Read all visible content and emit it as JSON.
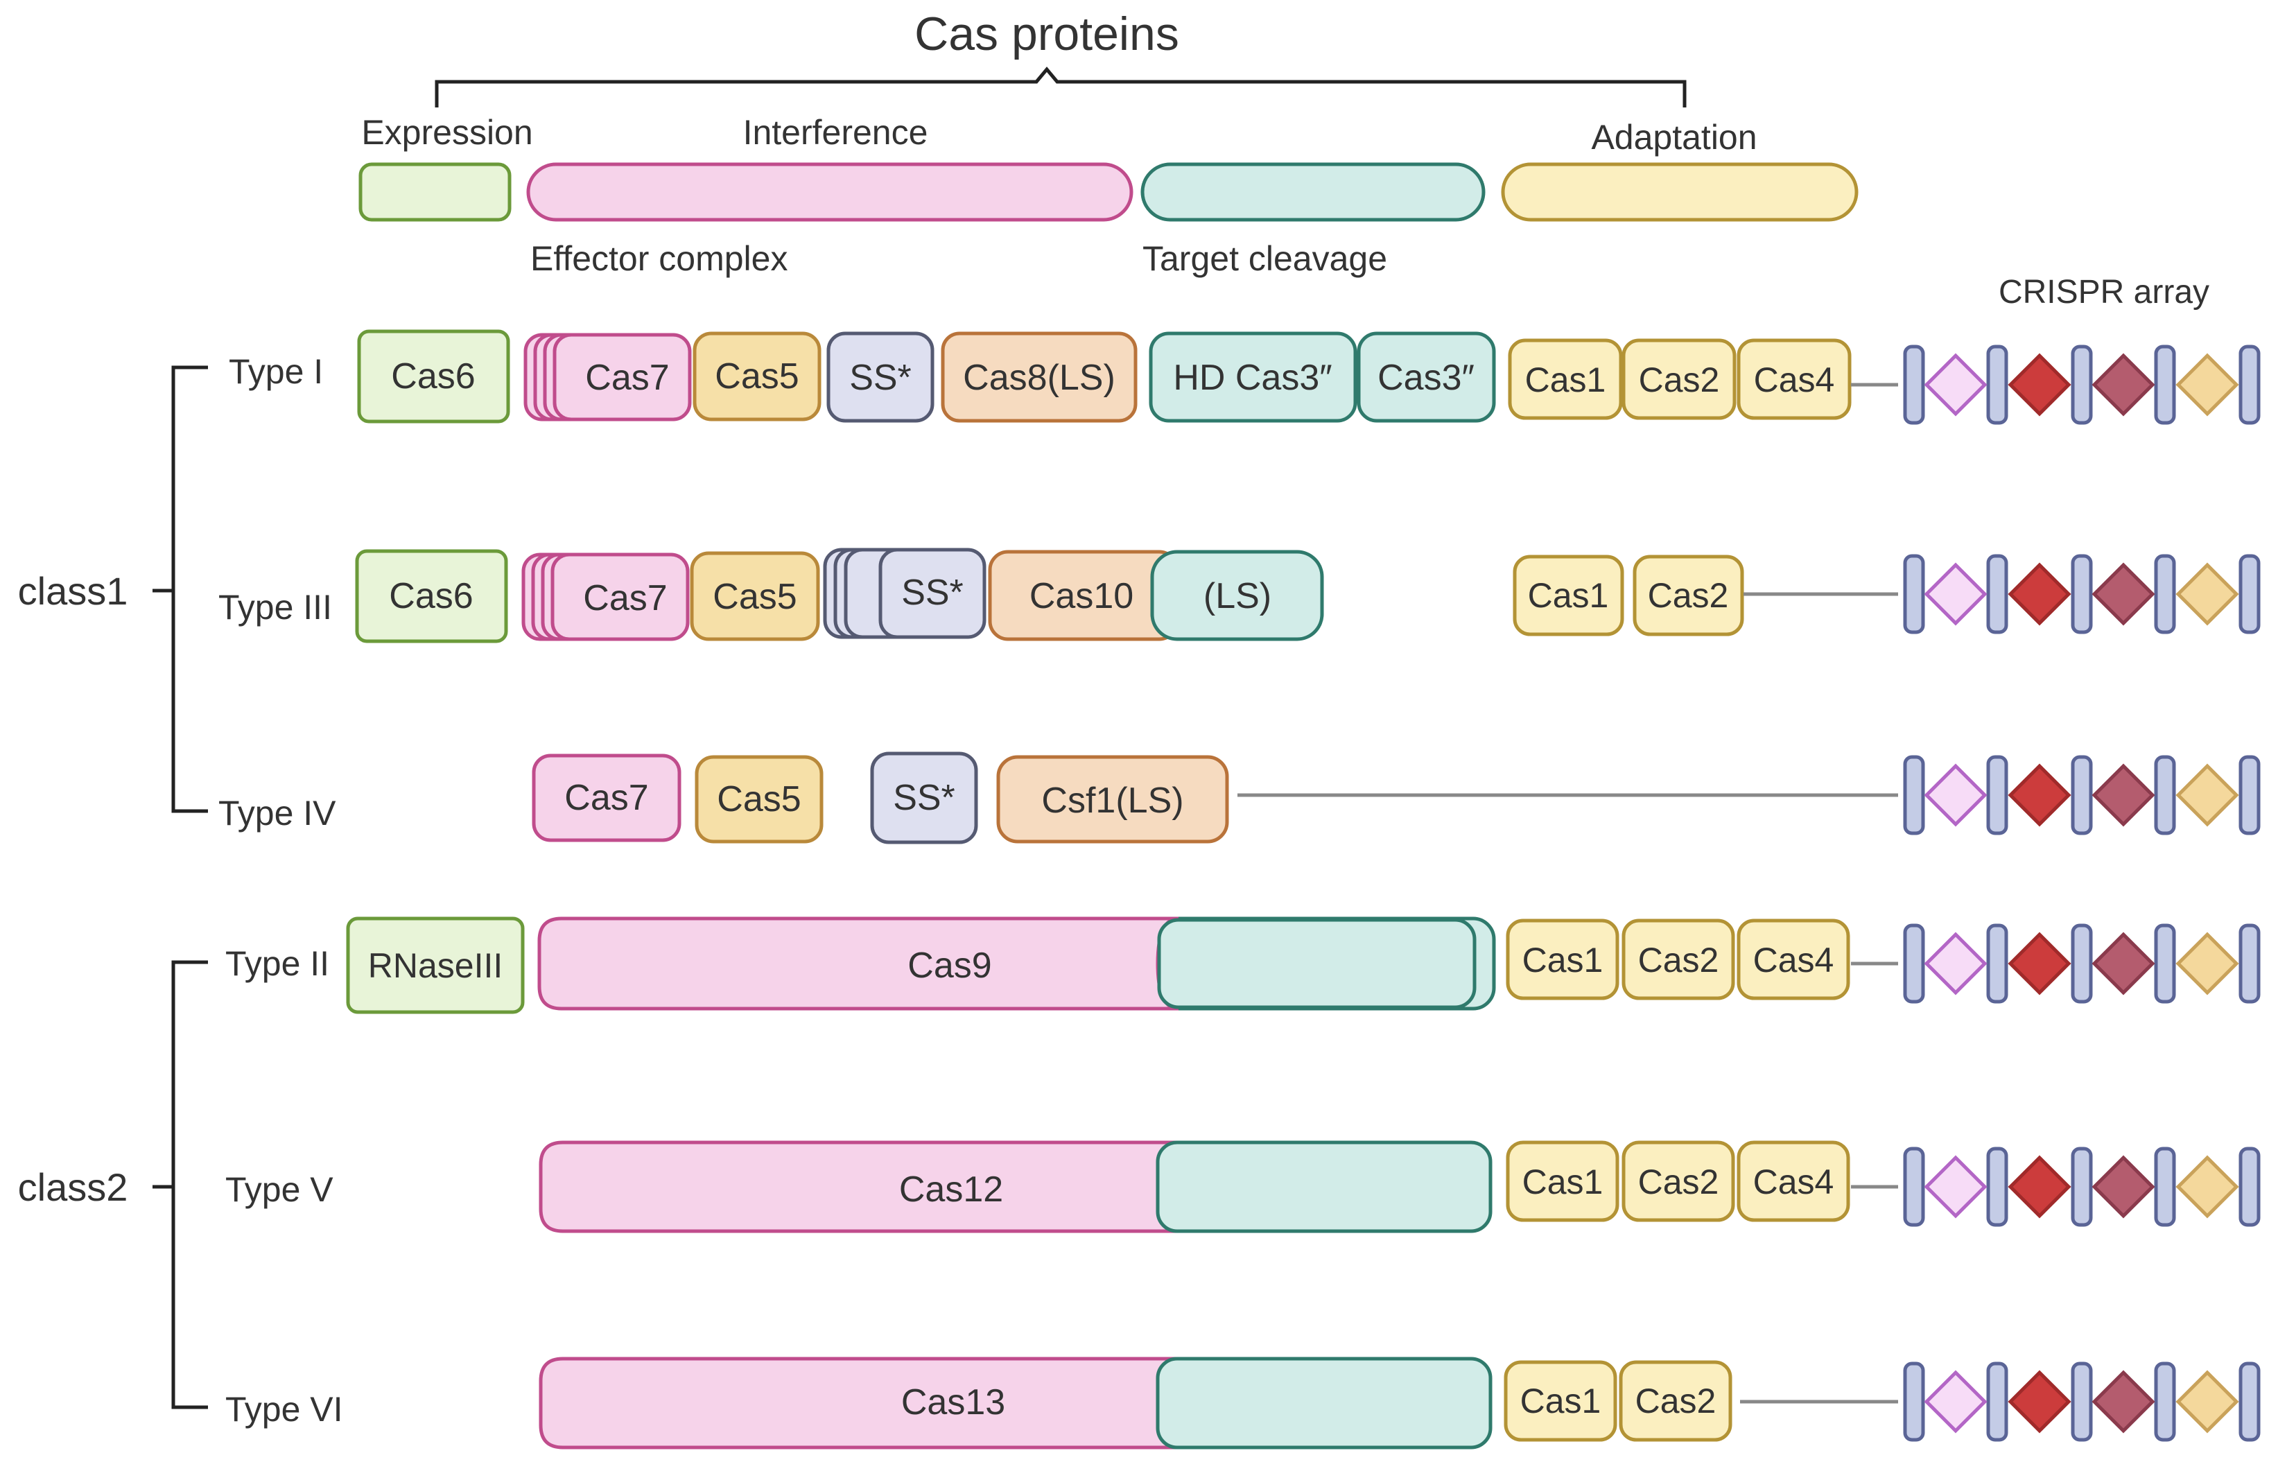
{
  "title": "Cas proteins",
  "categories": {
    "expression": "Expression",
    "interference": "Interference",
    "adaptation": "Adaptation",
    "effector": "Effector complex",
    "target": "Target cleavage",
    "crispr": "CRISPR array"
  },
  "classes": {
    "class1": "class1",
    "class2": "class2"
  },
  "types": {
    "t1": "Type I",
    "t3": "Type III",
    "t4": "Type IV",
    "t2": "Type II",
    "t5": "Type V",
    "t6": "Type VI"
  },
  "proteins": {
    "cas6": "Cas6",
    "cas7": "Cas7",
    "cas5": "Cas5",
    "ss": "SS*",
    "cas8": "Cas8(LS)",
    "hdcas3": "HD Cas3″",
    "cas3": "Cas3″",
    "cas1": "Cas1",
    "cas2": "Cas2",
    "cas4": "Cas4",
    "cas10": "Cas10",
    "ls": "(LS)",
    "csf1": "Csf1(LS)",
    "rnase": "RNaseIII",
    "cas9": "Cas9",
    "cas12": "Cas12",
    "cas13": "Cas13"
  },
  "colors": {
    "green_fill": "#e8f4d8",
    "green_stroke": "#6b9a3a",
    "pink_fill": "#f6d3ea",
    "pink_stroke": "#c04c8c",
    "teal_fill": "#d2ece8",
    "teal_stroke": "#2f7a6c",
    "yellow_fill": "#fbefc0",
    "yellow_stroke": "#b39335",
    "orange_fill": "#f6dbc0",
    "orange_stroke": "#b9733a",
    "ss_fill": "#dee0f0",
    "ss_stroke": "#555a72",
    "spacer_fill": "#c4cce6",
    "spacer_stroke": "#5a6496",
    "d_pink_fill": "#f7dcf7",
    "d_pink_stroke": "#b366c6",
    "d_red_fill": "#cc3c3c",
    "d_red_stroke": "#a02a2a",
    "d_mauve_fill": "#b45c6e",
    "d_mauve_stroke": "#8a3a4c",
    "d_tan_fill": "#f4d89c",
    "d_tan_stroke": "#c9a25a"
  }
}
